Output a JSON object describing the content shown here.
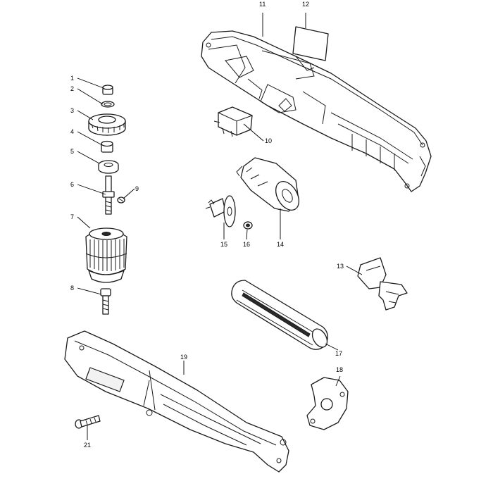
{
  "callouts": [
    {
      "id": "1",
      "text": "1"
    },
    {
      "id": "2",
      "text": "2"
    },
    {
      "id": "3",
      "text": "3"
    },
    {
      "id": "4",
      "text": "4"
    },
    {
      "id": "5",
      "text": "5"
    },
    {
      "id": "6",
      "text": "6"
    },
    {
      "id": "7",
      "text": "7"
    },
    {
      "id": "8",
      "text": "8"
    },
    {
      "id": "9",
      "text": "9"
    },
    {
      "id": "10",
      "text": "10"
    },
    {
      "id": "11",
      "text": "11"
    },
    {
      "id": "12",
      "text": "12"
    },
    {
      "id": "13",
      "text": "13"
    },
    {
      "id": "14",
      "text": "14"
    },
    {
      "id": "15",
      "text": "15"
    },
    {
      "id": "16",
      "text": "16"
    },
    {
      "id": "17",
      "text": "17"
    },
    {
      "id": "18",
      "text": "18"
    },
    {
      "id": "19",
      "text": "19"
    },
    {
      "id": "21",
      "text": "21"
    }
  ]
}
